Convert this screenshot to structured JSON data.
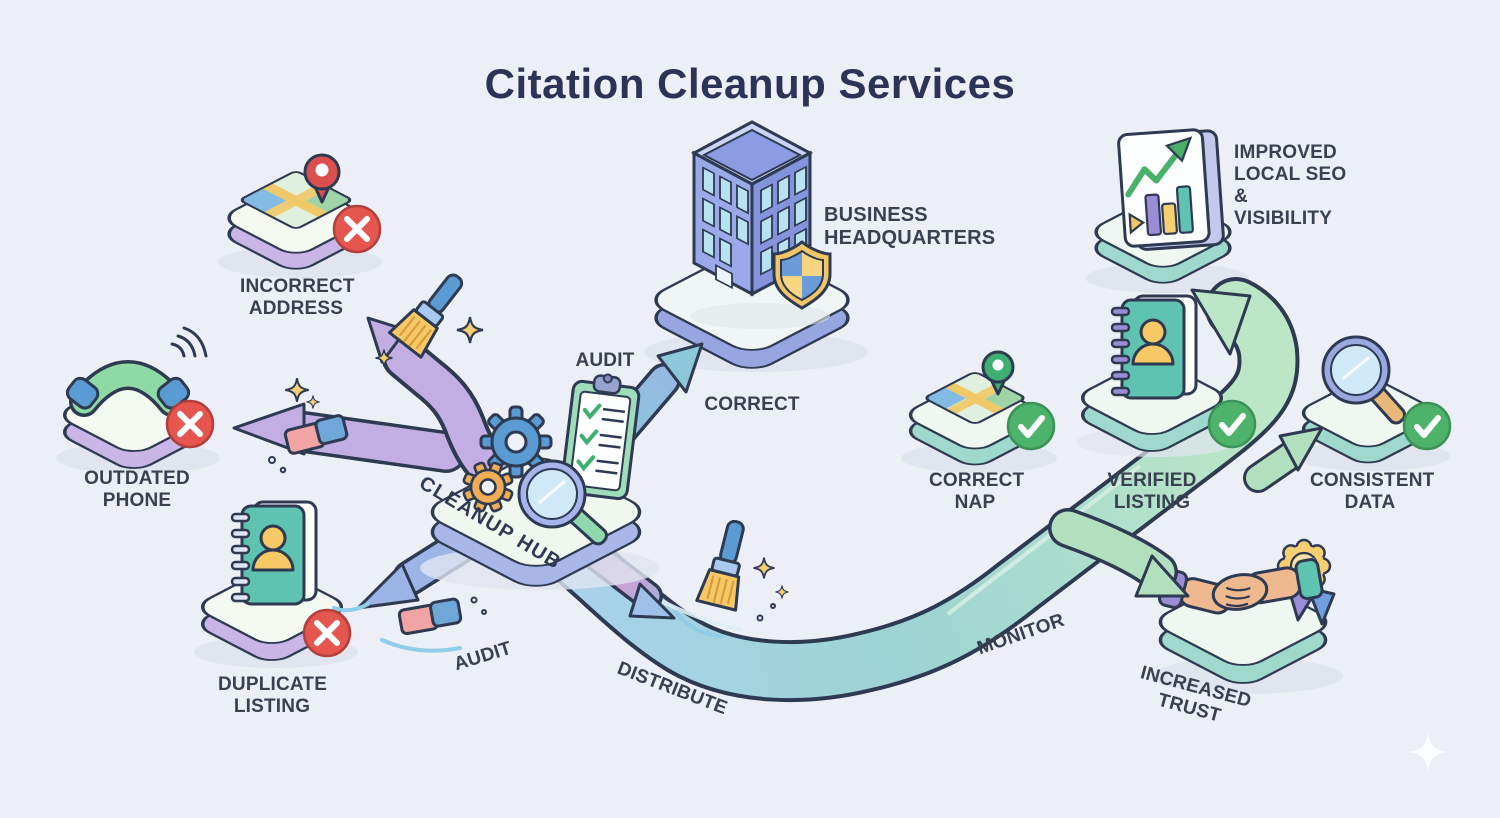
{
  "title": "Citation Cleanup Services",
  "hub": {
    "label": "CLEANUP HUB"
  },
  "problems": [
    {
      "label": "INCORRECT ADDRESS"
    },
    {
      "label": "OUTDATED PHONE"
    },
    {
      "label": "DUPLICATE LISTING"
    }
  ],
  "business": {
    "label": "BUSINESS HEADQUARTERS"
  },
  "flow": {
    "audit_arrow": "AUDIT",
    "correct": "CORRECT",
    "audit_path": "AUDIT",
    "distribute": "DISTRIBUTE",
    "monitor": "MONITOR"
  },
  "outcomes": [
    {
      "label": "CORRECT NAP"
    },
    {
      "label": "VERIFIED LISTING"
    },
    {
      "label": "CONSISTENT DATA"
    },
    {
      "label": "IMPROVED LOCAL SEO & VISIBILITY"
    },
    {
      "label": "INCREASED TRUST"
    }
  ],
  "colors": {
    "background": "#edeff6",
    "outline": "#2e3a52",
    "error": "#e4564e",
    "success": "#4db36a",
    "purple_path": "#c2aee2",
    "teal_path": "#a9d2ec",
    "green_path": "#bce6c6",
    "gold": "#f6cf72"
  }
}
